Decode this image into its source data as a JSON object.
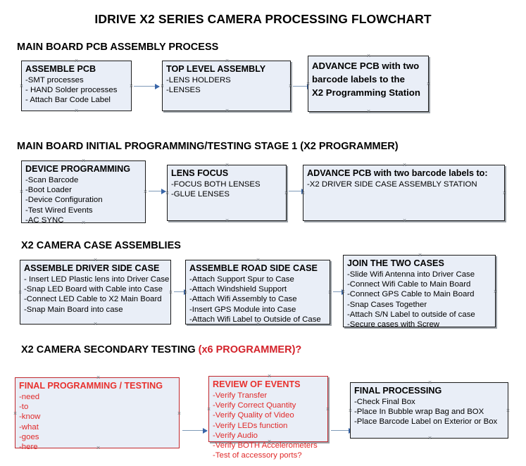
{
  "document": {
    "title": "IDRIVE X2  SERIES CAMERA PROCESSING FLOWCHART"
  },
  "sections": [
    {
      "id": "main-board-pcb-assembly",
      "heading": "MAIN BOARD PCB ASSEMBLY PROCESS",
      "heading_accent": "",
      "boxes": [
        {
          "id": "assemble-pcb",
          "title": "ASSEMBLE PCB",
          "lines": [
            "-SMT processes",
            "- HAND Solder processes",
            "- Attach Bar Code Label"
          ]
        },
        {
          "id": "top-level-assembly",
          "title": "TOP LEVEL ASSEMBLY",
          "lines": [
            "-LENS HOLDERS",
            "-LENSES"
          ]
        },
        {
          "id": "advance-pcb-to-x2-programming-station",
          "title_lines": [
            "ADVANCE PCB with two",
            "barcode labels to the",
            " X2 Programming Station"
          ],
          "lines": []
        }
      ]
    },
    {
      "id": "main-board-initial-programming",
      "heading": "MAIN BOARD INITIAL PROGRAMMING/TESTING STAGE 1 (X2 PROGRAMMER)",
      "heading_accent": "",
      "boxes": [
        {
          "id": "device-programming",
          "title": "DEVICE PROGRAMMING",
          "lines": [
            "-Scan Barcode",
            "-Boot Loader",
            "-Device Configuration",
            "-Test Wired Events",
            "-AC SYNC"
          ]
        },
        {
          "id": "lens-focus",
          "title": "LENS FOCUS",
          "lines": [
            "-FOCUS BOTH LENSES",
            "-GLUE LENSES"
          ]
        },
        {
          "id": "advance-pcb-to-driver-side-case",
          "title": "ADVANCE PCB with two barcode labels to:",
          "lines": [
            "-X2 DRIVER  SIDE  CASE  ASSEMBLY STATION"
          ]
        }
      ]
    },
    {
      "id": "x2-camera-case-assemblies",
      "heading": "X2 CAMERA CASE ASSEMBLIES",
      "heading_accent": "",
      "boxes": [
        {
          "id": "assemble-driver-side-case",
          "title": "ASSEMBLE DRIVER SIDE CASE",
          "lines": [
            "- Insert LED Plastic lens into Driver Case",
            "-Snap LED Board with Cable into Case",
            "-Connect LED Cable to X2 Main Board",
            "-Snap Main Board into case"
          ]
        },
        {
          "id": "assemble-road-side-case",
          "title": "ASSEMBLE ROAD SIDE CASE",
          "lines": [
            "-Attach Support Spur to Case",
            "-Attach Windshield Support",
            "-Attach Wifi Assembly to Case",
            "-Insert GPS Module into Case",
            "-Attach Wifi Label to Outside of Case"
          ]
        },
        {
          "id": "join-the-two-cases",
          "title": "JOIN THE TWO CASES",
          "lines": [
            "-Slide Wifi Antenna into Driver Case",
            "-Connect Wifi Cable to Main Board",
            "-Connect GPS Cable to Main Board",
            "-Snap Cases Together",
            "-Attach S/N Label to outside of case",
            "-Secure cases with Screw"
          ]
        }
      ]
    },
    {
      "id": "x2-camera-secondary-testing",
      "heading": "X2 CAMERA SECONDARY TESTING ",
      "heading_accent": "(x6 PROGRAMMER)?",
      "boxes": [
        {
          "id": "final-programming-testing",
          "title": "FINAL PROGRAMMING / TESTING",
          "lines": [
            "-need",
            "-to",
            "-know",
            "-what",
            "-goes",
            "-here"
          ]
        },
        {
          "id": "review-of-events",
          "title": "REVIEW OF EVENTS",
          "lines": [
            "-Verify Transfer",
            "-Verify Correct Quantity",
            "-Verify Quality of Video",
            "-Verify LEDs function",
            "-Verify Audio",
            "-Verify BOTH Accelerometers",
            "-Test of accessory ports?"
          ]
        },
        {
          "id": "final-processing",
          "title": "FINAL PROCESSING",
          "lines": [
            " -Check Final Box",
            "-Place In Bubble wrap Bag and BOX",
            "-Place Barcode Label on Exterior or Box"
          ]
        }
      ]
    }
  ],
  "colors": {
    "box_fill": "#e9eef7",
    "box_border": "#1a1a1a",
    "red_accent": "#d3222a",
    "connector": "#7f9ab8",
    "arrow_head": "#3a66a8"
  }
}
